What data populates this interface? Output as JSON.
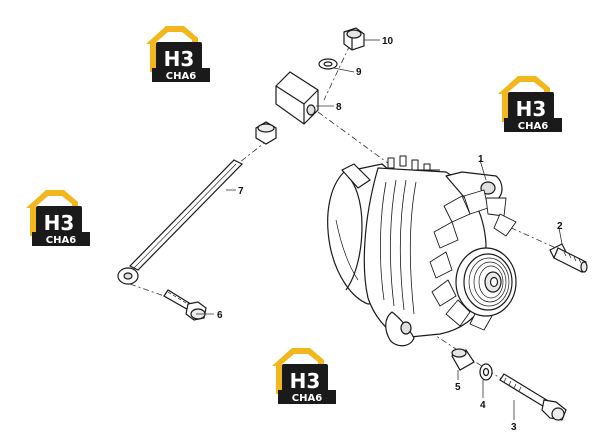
{
  "watermark": {
    "mark": "H3",
    "word": "CHA6",
    "colors": {
      "roof": "#f2b71c",
      "box": "#1a1a1a",
      "mark": "#ffffff",
      "word": "#ffffff"
    }
  },
  "callouts": [
    "1",
    "2",
    "3",
    "4",
    "5",
    "6",
    "7",
    "8",
    "9",
    "10"
  ],
  "colors": {
    "line": "#1a1a1a",
    "fill": "#ffffff",
    "shade": "#d9d9d9",
    "leader": "#333333"
  }
}
